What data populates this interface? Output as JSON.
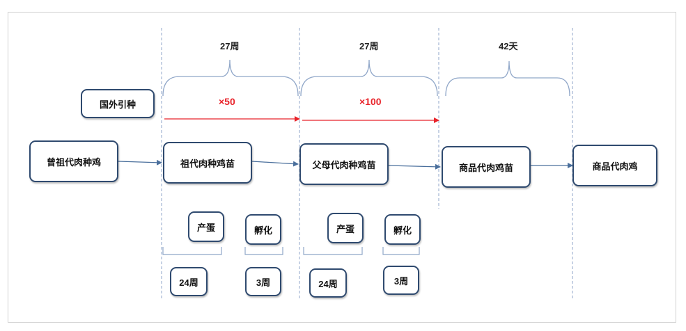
{
  "durations": {
    "gp_period": "27周",
    "parent_period": "27周",
    "commercial_period": "42天"
  },
  "multipliers": {
    "gp_to_parent": "×50",
    "parent_to_commercial": "×100"
  },
  "nodes": {
    "foreign_import": "国外引种",
    "great_grandparent": "曾祖代肉种鸡",
    "grandparent_chicks": "祖代肉种鸡苗",
    "parent_stock_chicks": "父母代肉种鸡苗",
    "commercial_chicks": "商品代肉鸡苗",
    "commercial_broiler": "商品代肉鸡"
  },
  "stages": {
    "gp_laying": "产蛋",
    "gp_hatching": "孵化",
    "parent_laying": "产蛋",
    "parent_hatching": "孵化",
    "gp_laying_weeks": "24周",
    "gp_hatching_weeks": "3周",
    "parent_laying_weeks": "24周",
    "parent_hatching_weeks": "3周"
  },
  "colors": {
    "box_border": "#2f4a6f",
    "flow_arrow": "#4a6f9c",
    "multiplier_arrow": "#e8232a",
    "guide_line": "#8fa6c8"
  }
}
